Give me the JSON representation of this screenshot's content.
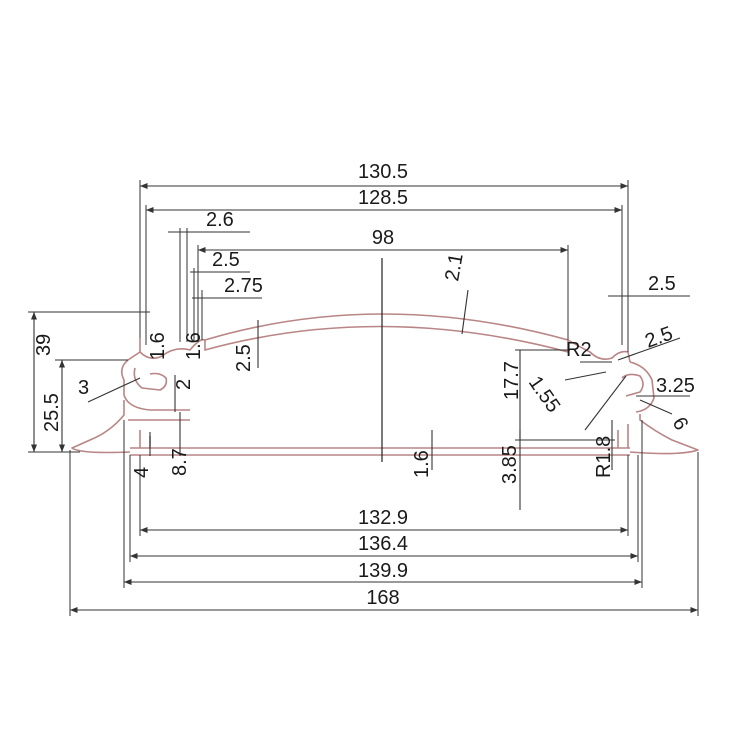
{
  "colors": {
    "profile": "#b98585",
    "lines": "#333333",
    "text": "#1a1a1a"
  },
  "dimensions": {
    "top_width_outer": "130.5",
    "top_width_inner": "128.5",
    "slot_width_a": "2.6",
    "slot_width_b": "2.5",
    "slot_width_c": "2.75",
    "arc_span": "98",
    "arc_thickness": "2.1",
    "right_gap": "2.5",
    "right_gap_b": "2.5",
    "radius_r2": "R2",
    "height_total": "39",
    "height_lower": "25.5",
    "left_wall_a": "1.6",
    "left_wall_b": "1.6",
    "left_thick_3": "3",
    "left_step_2": "2",
    "left_slot_2_5": "2.5",
    "left_4": "4",
    "left_8_7": "8.7",
    "center_1_6": "1.6",
    "right_17_7": "17.7",
    "right_1_55": "1.55",
    "right_3_85": "3.85",
    "radius_r1_8": "R1.8",
    "right_3_25": "3.25",
    "right_6": "6",
    "width_132_9": "132.9",
    "width_136_4": "136.4",
    "width_139_9": "139.9",
    "width_168": "168"
  }
}
